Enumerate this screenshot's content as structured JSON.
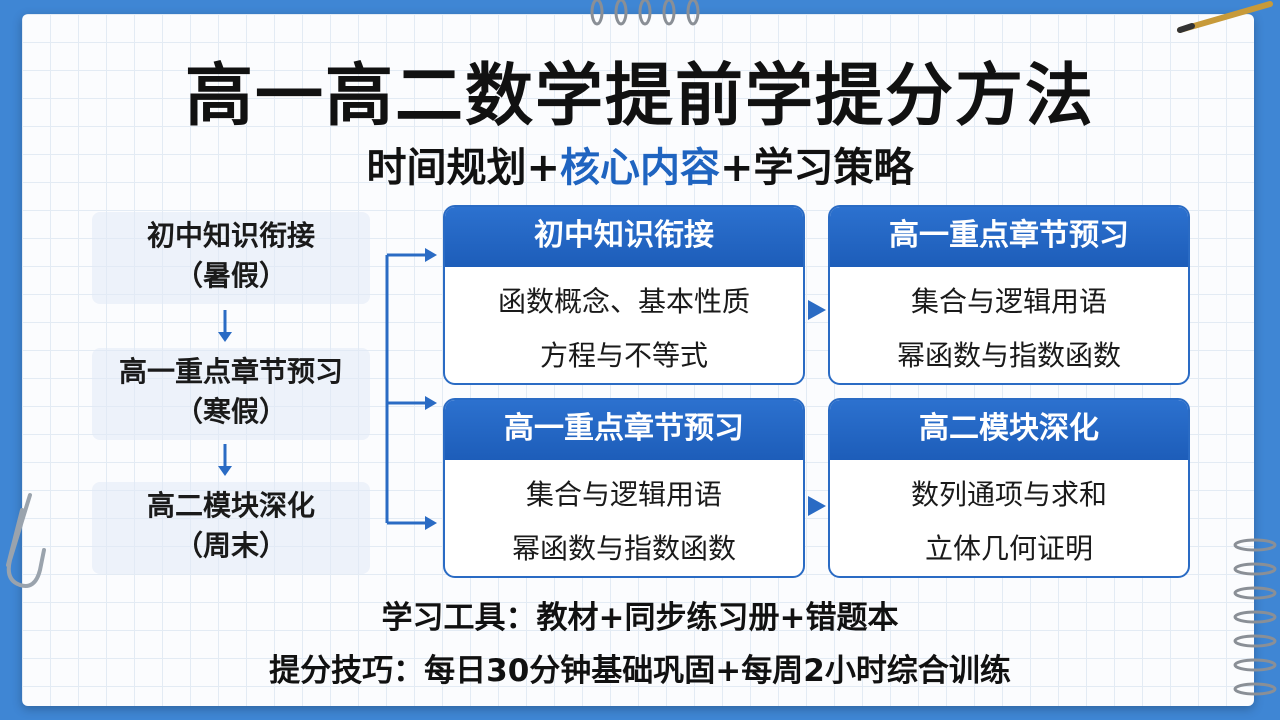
{
  "title": "高一高二数学提前学提分方法",
  "subtitle": {
    "part1": "时间规划+",
    "part2": "核心内容",
    "part3": "+学习策略"
  },
  "timeline": [
    {
      "name": "初中知识衔接",
      "period": "（暑假）"
    },
    {
      "name": "高一重点章节预习",
      "period": "（寒假）"
    },
    {
      "name": "高二模块深化",
      "period": "（周末）"
    }
  ],
  "cards": [
    {
      "title": "初中知识衔接",
      "lines": [
        "函数概念、基本性质",
        "方程与不等式"
      ]
    },
    {
      "title": "高一重点章节预习",
      "lines": [
        "集合与逻辑用语",
        "幂函数与指数函数"
      ]
    },
    {
      "title": "高一重点章节预习",
      "lines": [
        "集合与逻辑用语",
        "幂函数与指数函数"
      ]
    },
    {
      "title": "高二模块深化",
      "lines": [
        "数列通项与求和",
        "立体几何证明"
      ]
    }
  ],
  "footer": {
    "tools": "学习工具：教材+同步练习册+错题本",
    "tips": "提分技巧：每日30分钟基础巩固+每周2小时综合训练"
  },
  "colors": {
    "background": "#3f86d4",
    "accent": "#1f64c0",
    "card_header": "#2c71cf"
  }
}
